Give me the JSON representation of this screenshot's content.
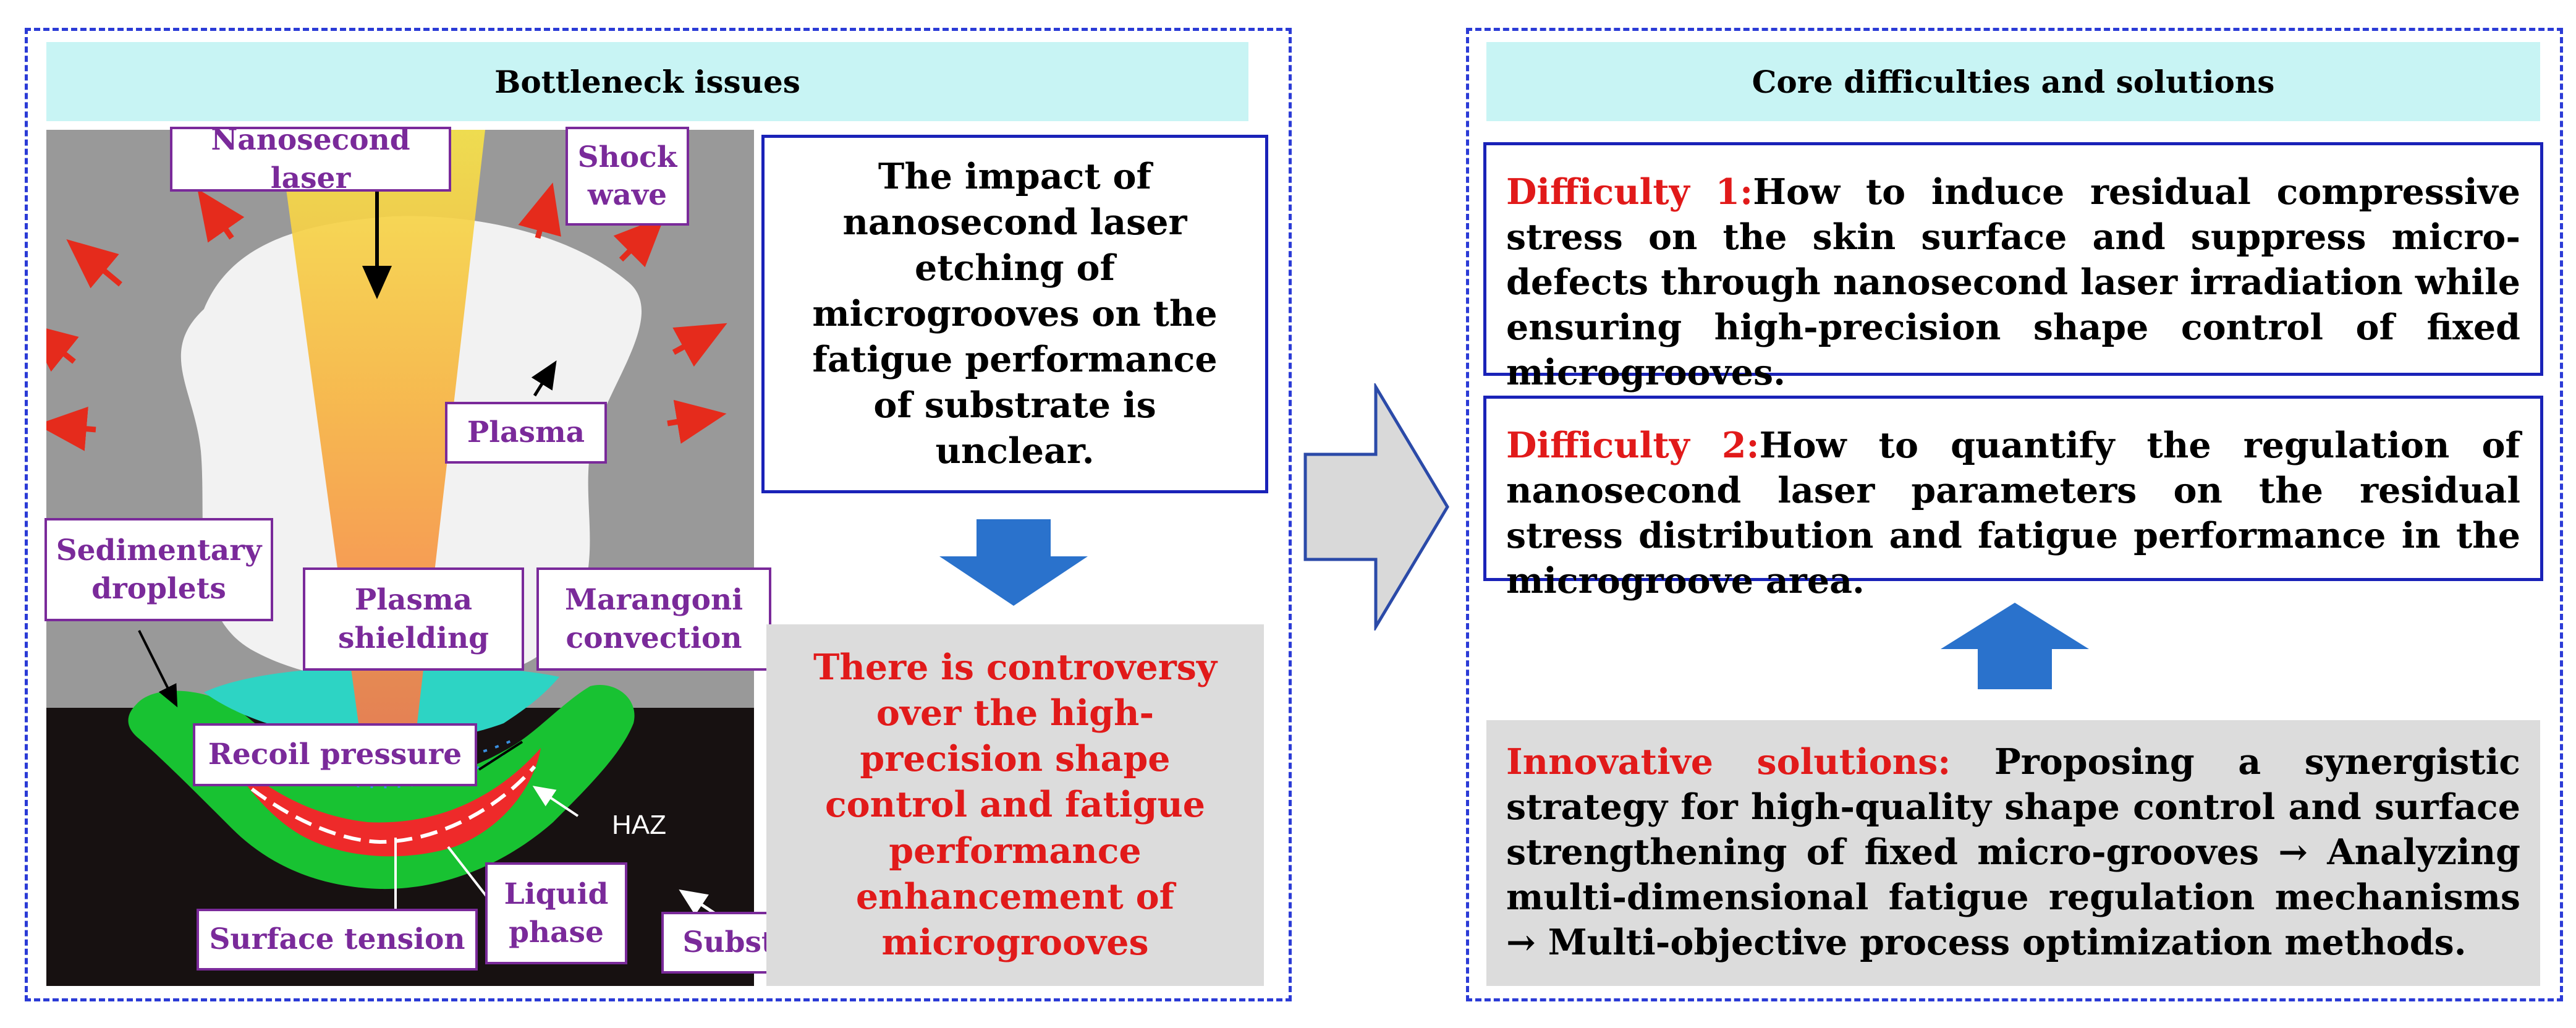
{
  "left_panel": {
    "header": "Bottleneck issues",
    "impact_text": "The impact of nanosecond laser etching of microgrooves on the fatigue performance of substrate is unclear.",
    "controversy_text": "There is controversy over the high-precision shape control and fatigue performance enhancement of microgrooves",
    "illustration_labels": {
      "nanosecond_laser": "Nanosecond laser",
      "shock_wave": "Shock wave",
      "plasma": "Plasma",
      "sedimentary_droplets": "Sedimentary droplets",
      "plasma_shielding": "Plasma shielding",
      "marangoni_convection": "Marangoni convection",
      "recoil_pressure": "Recoil pressure",
      "haz": "HAZ",
      "surface_tension": "Surface tension",
      "liquid_phase": "Liquid phase",
      "substrate": "Substrate"
    }
  },
  "right_panel": {
    "header": "Core difficulties  and solutions",
    "difficulty1": {
      "label": "Difficulty 1:",
      "text": "How to induce residual compressive stress on the skin surface and suppress micro-defects through nanosecond laser irradiation while ensuring high-precision shape control of fixed microgrooves."
    },
    "difficulty2": {
      "label": "Difficulty 2:",
      "text": "How to quantify the regulation of nanosecond laser parameters on the residual stress distribution and fatigue performance in the microgroove area."
    },
    "solutions": {
      "label": "Innovative solutions:",
      "text": " Proposing a synergistic strategy for high-quality shape control and surface strengthening of fixed micro-grooves → Analyzing multi-dimensional fatigue regulation mechanisms → Multi-objective process optimization methods."
    }
  },
  "colors": {
    "panel_border": "#2b3bd6",
    "header_fill": "#c8f4f4",
    "box_border": "#1a22b8",
    "arrow_blue": "#2a72cc",
    "highlight_red": "#e11a1a",
    "label_purple": "#7a2a9a",
    "grey_fill": "#dcdcdc"
  }
}
